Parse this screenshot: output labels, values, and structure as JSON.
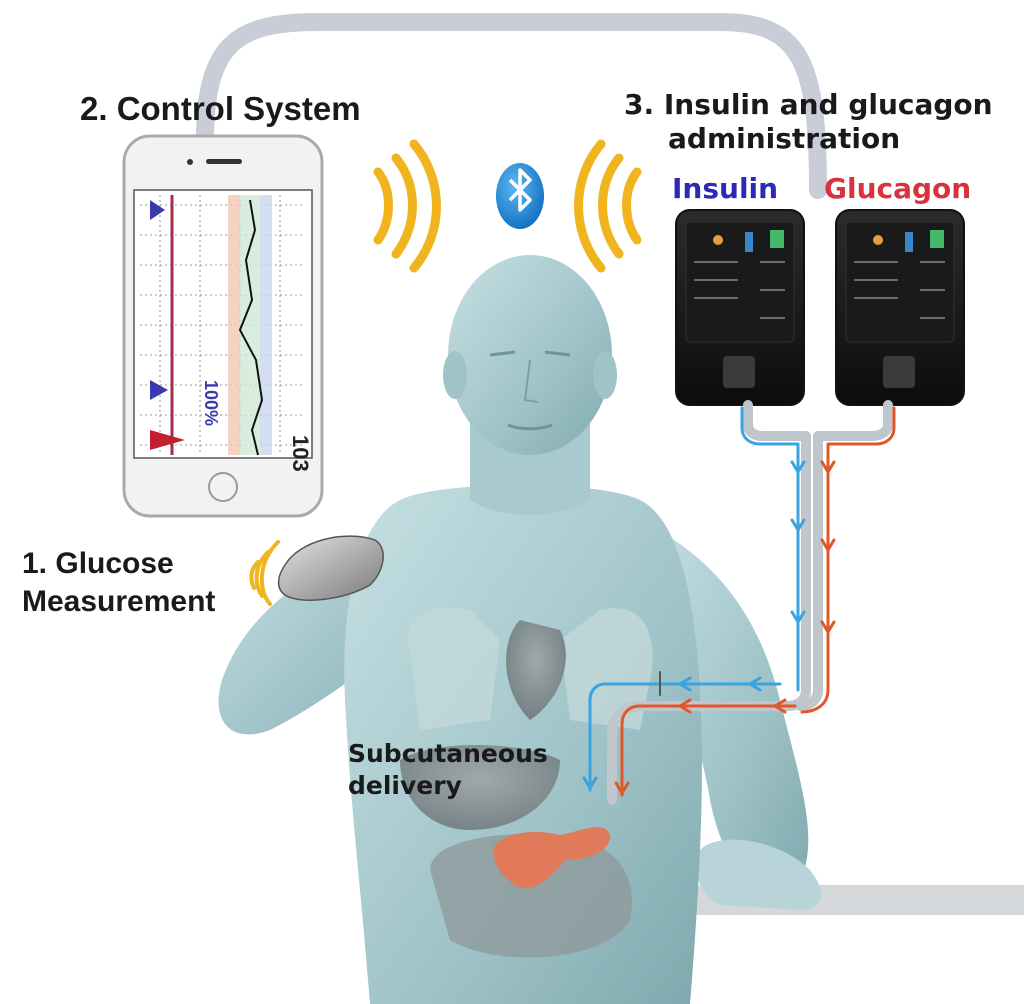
{
  "labels": {
    "control_system": "2. Control System",
    "administration_line1": "3. Insulin and glucagon",
    "administration_line2": "administration",
    "glucose_line1": "1. Glucose",
    "glucose_line2": "Measurement",
    "insulin": "Insulin",
    "glucagon": "Glucagon",
    "subq_line1": "Subcutaneous",
    "subq_line2": "delivery"
  },
  "phone_readout": {
    "glucose_value": "103",
    "trend_label": "100%"
  },
  "colors": {
    "insulin": "#2b2ab8",
    "glucagon": "#d8333c",
    "insulin_line": "#3aa3e0",
    "glucagon_line": "#e0582a",
    "wireless": "#f0b41e",
    "bluetooth": "#1a86d6",
    "body": "#a9cbd0"
  },
  "icons": [
    "bluetooth-icon",
    "wireless-signal-icon",
    "glucose-sensor-icon",
    "insulin-pump-icon",
    "phone-icon"
  ]
}
